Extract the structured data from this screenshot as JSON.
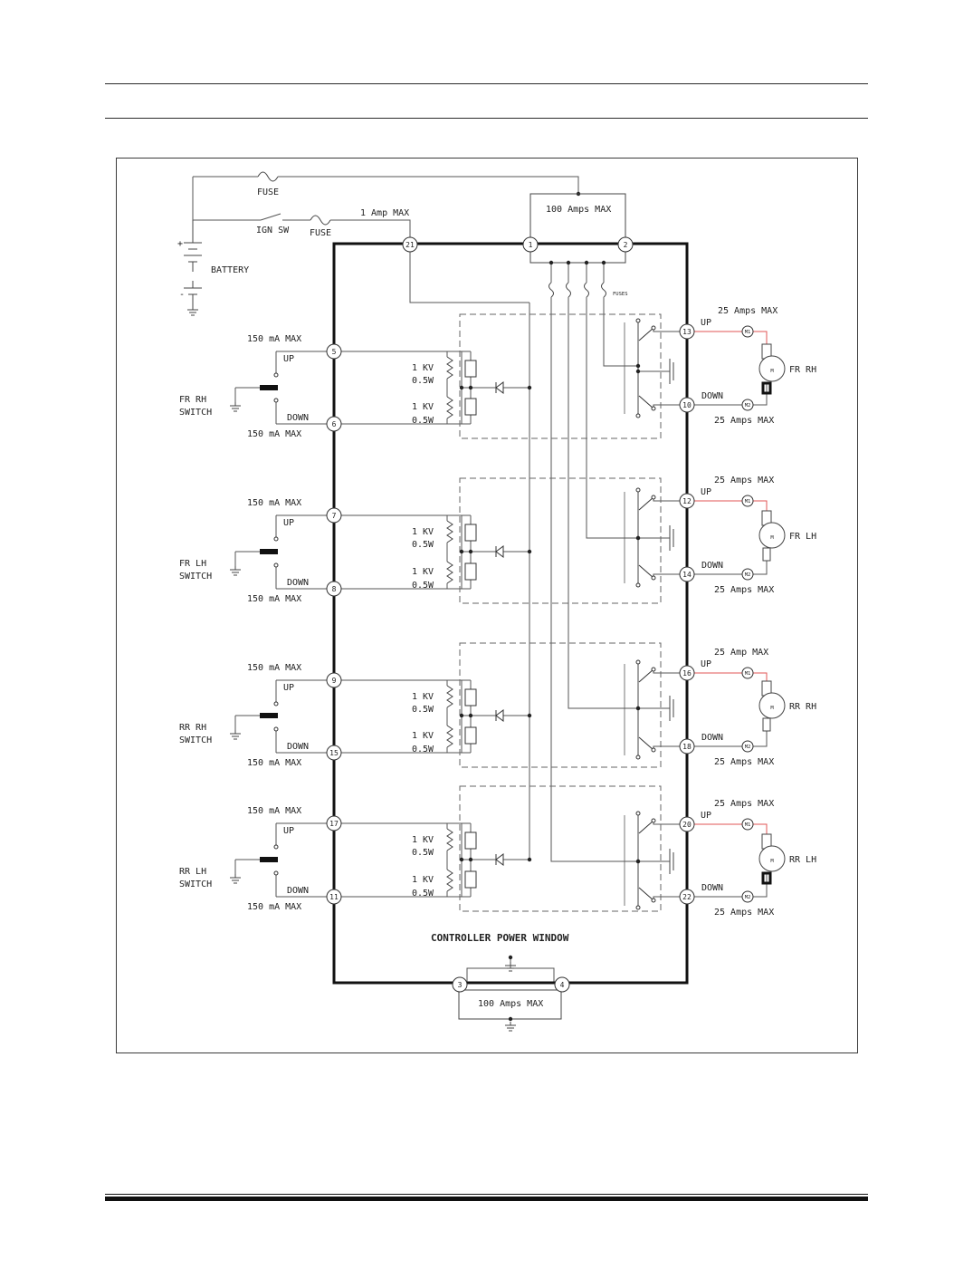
{
  "diagram": {
    "fuse_top": "FUSE",
    "fuse_ign": "FUSE",
    "ign_sw": "IGN SW",
    "battery": "BATTERY",
    "battery_plus": "+",
    "battery_minus": "-",
    "one_amp": "1 Amp MAX",
    "top_100": "100 Amps MAX",
    "bottom_100": "100 Amps MAX",
    "fuses": "FUSES",
    "controller_title": "CONTROLLER POWER WINDOW",
    "up": "UP",
    "down": "DOWN",
    "ma_150": "150 mA MAX",
    "kv": "1 KV",
    "w": "0.5W",
    "m": "M",
    "m1": "M1",
    "m2": "M2",
    "amps_25": "25 Amps MAX",
    "amp_25": "25 Amp MAX",
    "switches": [
      {
        "line1": "FR RH",
        "line2": "SWITCH",
        "up_pin": "5",
        "down_pin": "6"
      },
      {
        "line1": "FR LH",
        "line2": "SWITCH",
        "up_pin": "7",
        "down_pin": "8"
      },
      {
        "line1": "RR RH",
        "line2": "SWITCH",
        "up_pin": "9",
        "down_pin": "15"
      },
      {
        "line1": "RR LH",
        "line2": "SWITCH",
        "up_pin": "17",
        "down_pin": "11"
      }
    ],
    "motors": [
      {
        "label": "FR RH",
        "up_pin": "13",
        "down_pin": "10"
      },
      {
        "label": "FR LH",
        "up_pin": "12",
        "down_pin": "14"
      },
      {
        "label": "RR RH",
        "up_pin": "16",
        "down_pin": "18"
      },
      {
        "label": "RR LH",
        "up_pin": "20",
        "down_pin": "22"
      }
    ],
    "top_pins": [
      "21",
      "1",
      "2"
    ],
    "bottom_pins": [
      "3",
      "4"
    ]
  },
  "colors": {
    "line": "#555555",
    "box": "#111111",
    "motor_up": "#e05555"
  }
}
